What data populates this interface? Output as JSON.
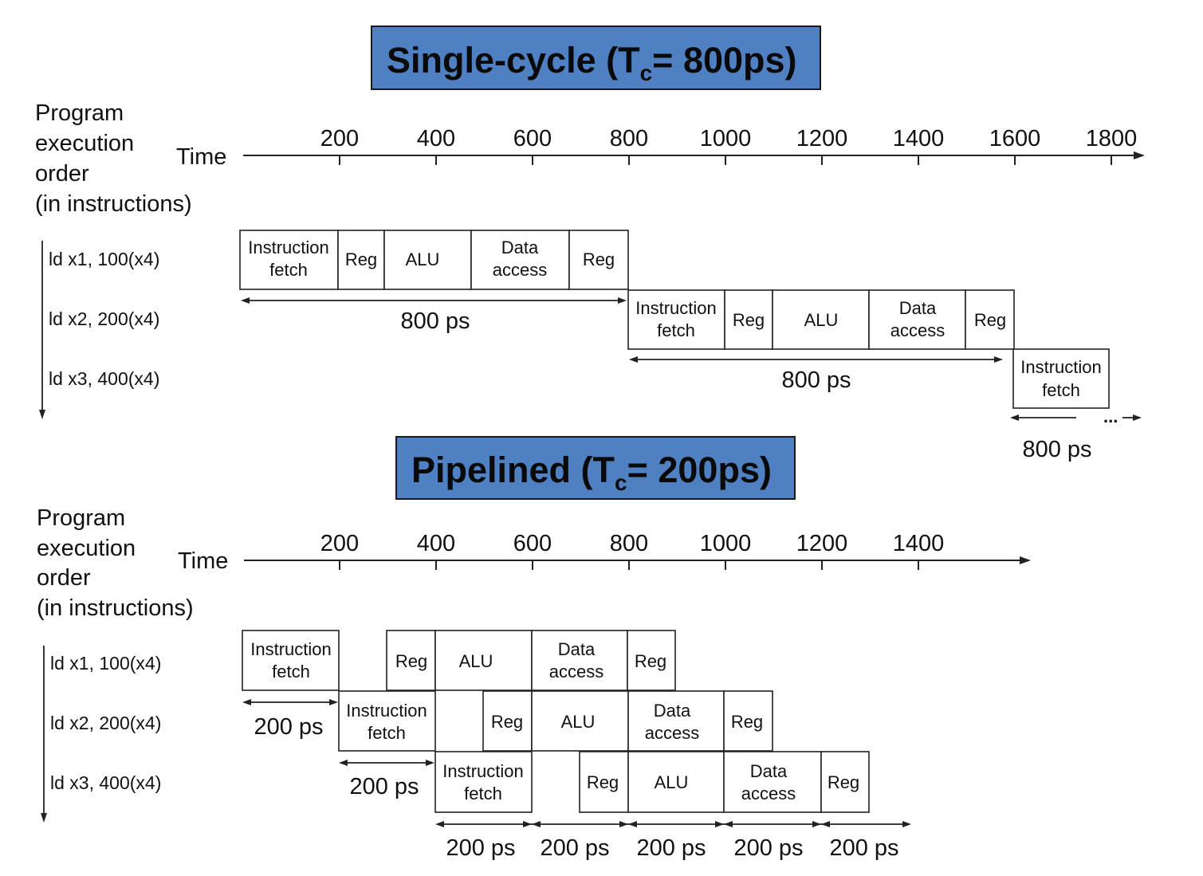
{
  "single_cycle": {
    "title_main": "Single-cycle (T",
    "title_sub": "c",
    "title_rest": "= 800ps)",
    "order_label": [
      "Program",
      "execution",
      "order",
      "(in instructions)"
    ],
    "time_label": "Time",
    "ticks": [
      "200",
      "400",
      "600",
      "800",
      "1000",
      "1200",
      "1400",
      "1600",
      "1800"
    ],
    "instructions": [
      "ld x1, 100(x4)",
      "ld x2, 200(x4)",
      "ld x3, 400(x4)"
    ],
    "durations": [
      "800 ps",
      "800 ps",
      "800 ps"
    ],
    "ellipsis": "..."
  },
  "pipelined": {
    "title_main": "Pipelined (T",
    "title_sub": "c",
    "title_rest": "= 200ps)",
    "order_label": [
      "Program",
      "execution",
      "order",
      "(in instructions)"
    ],
    "time_label": "Time",
    "ticks": [
      "200",
      "400",
      "600",
      "800",
      "1000",
      "1200",
      "1400"
    ],
    "instructions": [
      "ld x1, 100(x4)",
      "ld x2, 200(x4)",
      "ld x3, 400(x4)"
    ],
    "row_durations": [
      "200 ps",
      "200 ps"
    ],
    "bottom_durations": [
      "200 ps",
      "200 ps",
      "200 ps",
      "200 ps",
      "200 ps"
    ]
  },
  "stages": {
    "instruction_fetch": [
      "Instruction",
      "fetch"
    ],
    "reg": "Reg",
    "alu": "ALU",
    "data_access": [
      "Data",
      "access"
    ]
  },
  "colors": {
    "title_fill": "#4f80c2"
  }
}
